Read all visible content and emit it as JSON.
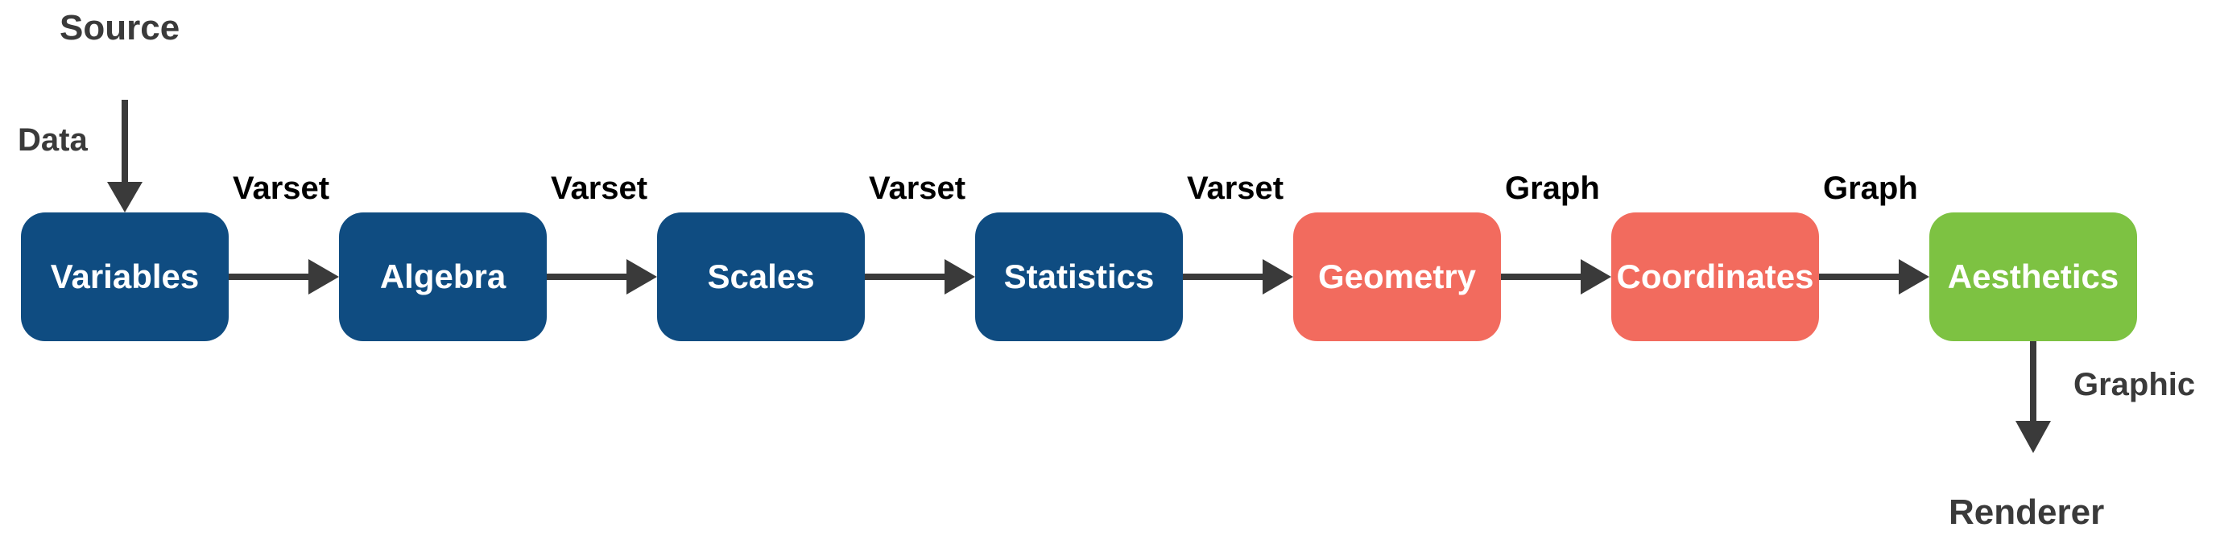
{
  "source_label": "Source",
  "input_label": "Data",
  "renderer_label": "Renderer",
  "output_label": "Graphic",
  "colors": {
    "data_stage": "#0f4c81",
    "graph_stage": "#f26b5e",
    "aesthetic_stage": "#7dc242",
    "arrow": "#3a3a3a",
    "edge_label_text": "#000000",
    "io_text": "#3a3a3a"
  },
  "nodes": [
    {
      "label": "Variables",
      "color": "#0f4c81"
    },
    {
      "label": "Algebra",
      "color": "#0f4c81"
    },
    {
      "label": "Scales",
      "color": "#0f4c81"
    },
    {
      "label": "Statistics",
      "color": "#0f4c81"
    },
    {
      "label": "Geometry",
      "color": "#f26b5e"
    },
    {
      "label": "Coordinates",
      "color": "#f26b5e"
    },
    {
      "label": "Aesthetics",
      "color": "#7dc242"
    }
  ],
  "edges": [
    {
      "label": "Varset"
    },
    {
      "label": "Varset"
    },
    {
      "label": "Varset"
    },
    {
      "label": "Varset"
    },
    {
      "label": "Graph"
    },
    {
      "label": "Graph"
    }
  ]
}
